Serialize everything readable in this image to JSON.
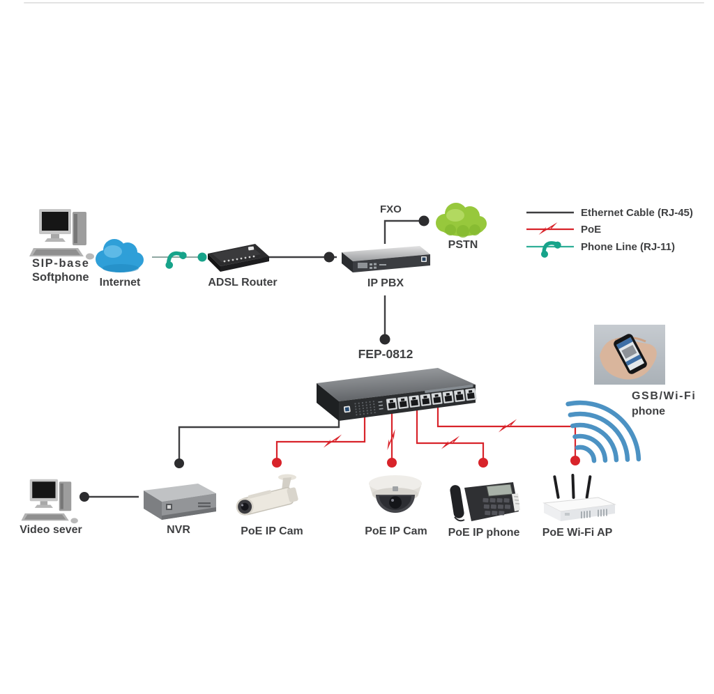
{
  "colors": {
    "ethernet_line": "#3e3e40",
    "poe_line": "#d8232a",
    "phone_line": "#17a38a",
    "internet_cloud": "#2f9fd8",
    "pstn_cloud": "#97c83c",
    "wifi_signal": "#4c92c3",
    "label_text": "#3f4042"
  },
  "legend": {
    "ethernet": "Ethernet Cable (RJ-45)",
    "poe": "PoE",
    "phone": "Phone Line (RJ-11)"
  },
  "nodes": {
    "softphone": {
      "line1": "SIP-base",
      "line2": "Softphone"
    },
    "internet": {
      "label": "Internet"
    },
    "adsl_router": {
      "label": "ADSL Router"
    },
    "ip_pbx": {
      "label": "IP PBX"
    },
    "fxo_port": {
      "label": "FXO"
    },
    "pstn": {
      "label": "PSTN"
    },
    "poe_switch": {
      "label": "FEP-0812"
    },
    "gsm_wifi_phone": {
      "line1": "GSB/Wi-Fi",
      "line2": "phone"
    },
    "video_server": {
      "label": "Video sever"
    },
    "nvr": {
      "label": "NVR"
    },
    "poe_ip_cam_bullet": {
      "label": "PoE IP Cam"
    },
    "poe_ip_cam_dome": {
      "label": "PoE IP Cam"
    },
    "poe_ip_phone": {
      "label": "PoE IP phone"
    },
    "poe_wifi_ap": {
      "label": "PoE Wi-Fi AP"
    }
  },
  "icons": {
    "poe_link": "lightning-bolt",
    "phone_link": "telephone-handset",
    "wifi_signal": "wifi-arcs",
    "internet": "cloud",
    "pstn": "cloud"
  }
}
